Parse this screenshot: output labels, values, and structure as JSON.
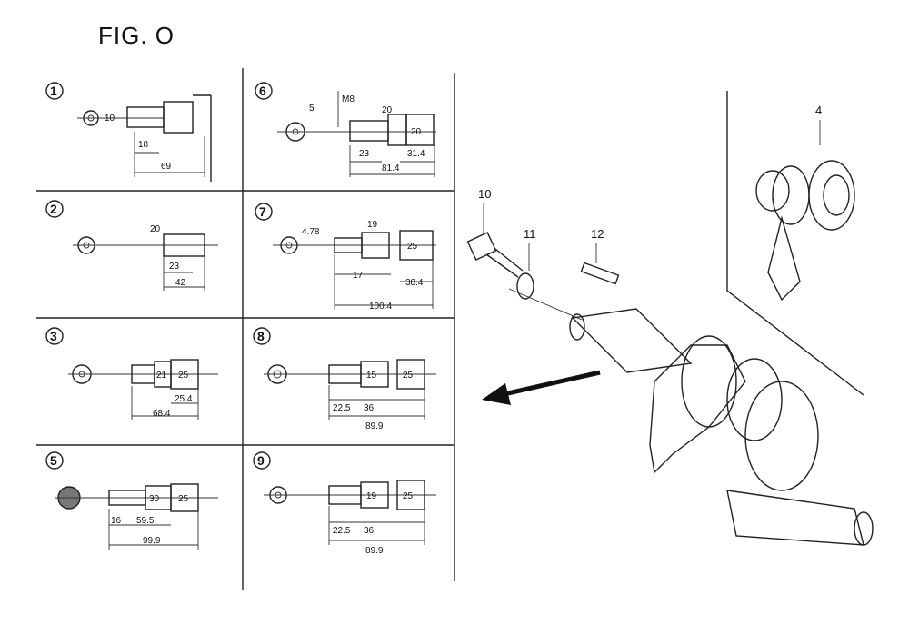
{
  "figure": {
    "title": "FIG. O"
  },
  "panels": [
    {
      "id": "1",
      "dims": [
        "10",
        "18",
        "69"
      ]
    },
    {
      "id": "6",
      "dims": [
        "5",
        "M8",
        "20",
        "20",
        "23",
        "31.4",
        "81.4"
      ]
    },
    {
      "id": "2",
      "dims": [
        "20",
        "23",
        "42"
      ]
    },
    {
      "id": "7",
      "dims": [
        "4.78",
        "19",
        "25",
        "17",
        "38.4",
        "100.4"
      ]
    },
    {
      "id": "3",
      "dims": [
        "21",
        "25",
        "25.4",
        "68.4"
      ]
    },
    {
      "id": "8",
      "dims": [
        "15",
        "25",
        "22.5",
        "36",
        "89.9"
      ]
    },
    {
      "id": "5",
      "dims": [
        "30",
        "25",
        "16",
        "59.5",
        "99.9"
      ]
    },
    {
      "id": "9",
      "dims": [
        "19",
        "25",
        "22.5",
        "36",
        "89.9"
      ]
    }
  ],
  "callouts": [
    "4",
    "10",
    "11",
    "12"
  ]
}
